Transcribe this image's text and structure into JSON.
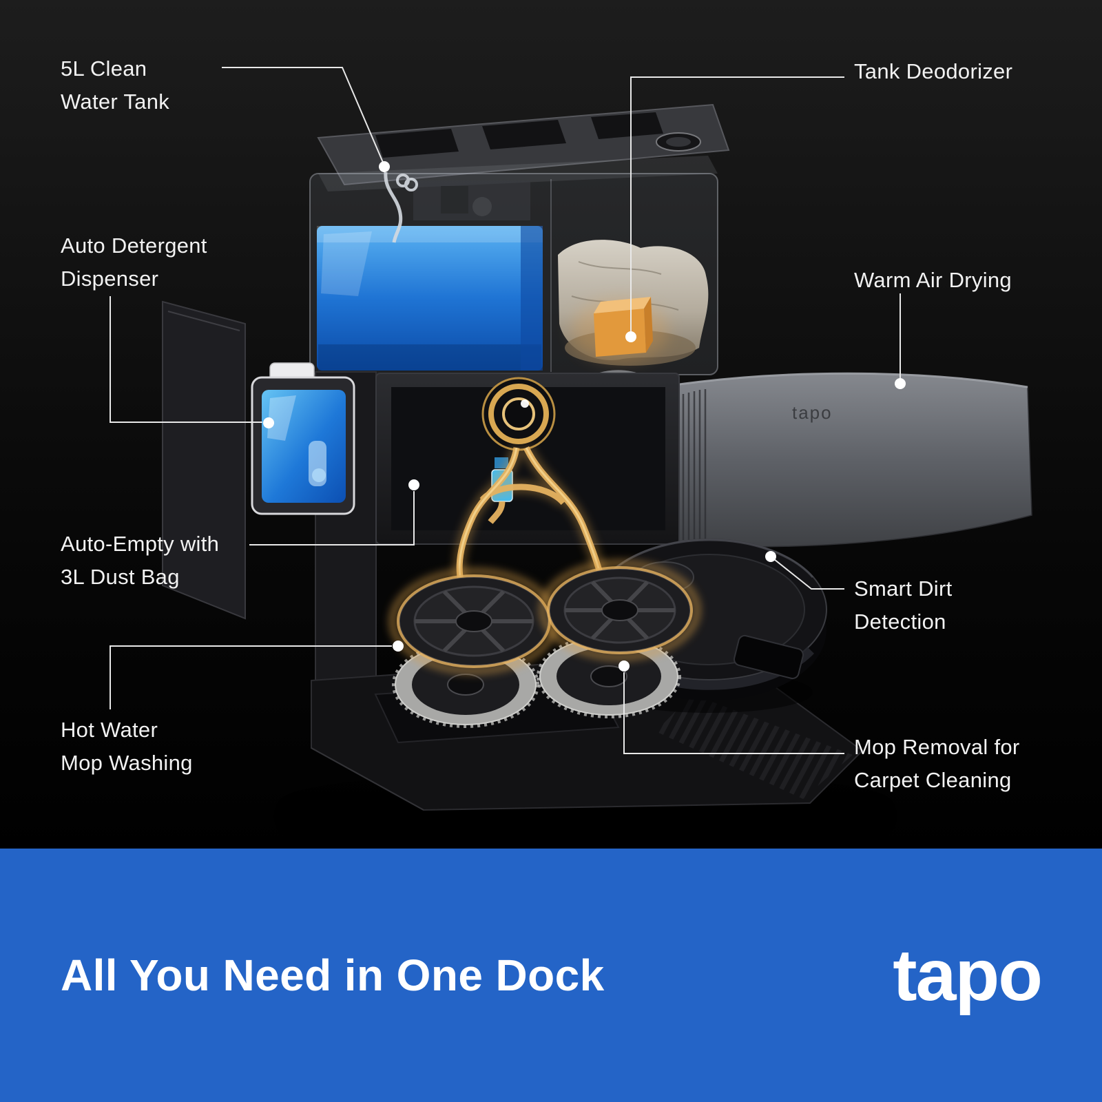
{
  "callouts": {
    "clean_water_tank": {
      "lines": [
        "5L Clean",
        "Water Tank"
      ]
    },
    "tank_deodorizer": {
      "lines": [
        "Tank Deodorizer"
      ]
    },
    "auto_detergent": {
      "lines": [
        "Auto Detergent",
        "Dispenser"
      ]
    },
    "warm_air_drying": {
      "lines": [
        "Warm Air Drying"
      ]
    },
    "auto_empty": {
      "lines": [
        "Auto-Empty with",
        "3L Dust Bag"
      ]
    },
    "smart_dirt_detection": {
      "lines": [
        "Smart Dirt",
        "Detection"
      ]
    },
    "hot_water_mop_washing": {
      "lines": [
        "Hot Water",
        "Mop Washing"
      ]
    },
    "mop_removal": {
      "lines": [
        "Mop Removal for",
        "Carpet Cleaning"
      ]
    }
  },
  "banner": {
    "headline": "All You Need in One Dock",
    "brand_logo": "tapo"
  },
  "product": {
    "brand_mark": "tapo"
  },
  "colors": {
    "banner_blue": "#2464c7",
    "label_text": "#f2f2f2",
    "water_blue": "#2f8de6",
    "deodorizer_orange": "#e8a34b",
    "tube_gold": "#e5b260"
  }
}
